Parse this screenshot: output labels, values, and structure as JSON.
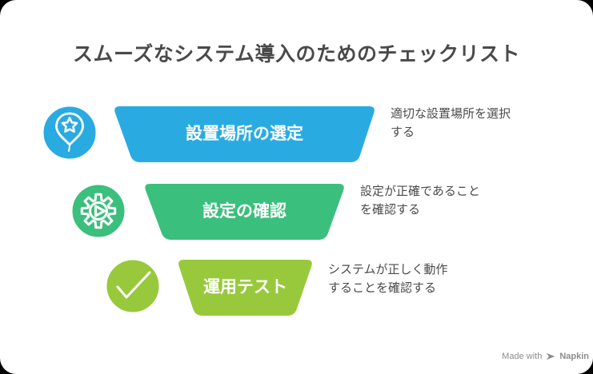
{
  "page": {
    "outer_background": "#000000",
    "card_background": "#FFFFFF",
    "text_color": "#4A4A4A",
    "step_label_text_color": "#FFFFFF"
  },
  "title": {
    "text": "スムーズなシステム導入のためのチェックリスト"
  },
  "steps": [
    {
      "label": "設置場所の選定",
      "description_line1": "適切な設置場所を選択",
      "description_line2": "する",
      "color": "#29ABE2",
      "icon": "map-pin-star-icon"
    },
    {
      "label": "設定の確認",
      "description_line1": "設定が正確であること",
      "description_line2": "を確認する",
      "color": "#3BBF7C",
      "icon": "gear-play-icon"
    },
    {
      "label": "運用テスト",
      "description_line1": "システムが正しく動作",
      "description_line2": "することを確認する",
      "color": "#98C93C",
      "icon": "check-circle-icon"
    }
  ],
  "watermark": {
    "prefix": "Made with",
    "brand": "Napkin",
    "color": "#8C8C8C"
  }
}
